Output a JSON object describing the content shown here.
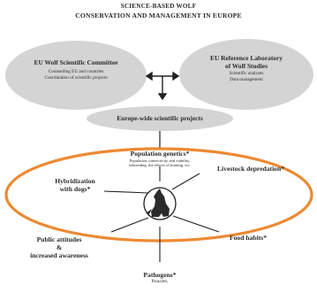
{
  "title_line1": "SCIENCE-BASED WOLF",
  "title_line2": "CONSERVATION AND MANAGEMENT IN EUROPE",
  "committee": {
    "title": "EU Wolf Scientific Committee",
    "line1": "Counselling EU and countries",
    "line2": "Coordination of scientific projects"
  },
  "laboratory": {
    "title_line1": "EU Reference Laboratory",
    "title_line2": "of Wolf Studies",
    "line1": "Scientific analyses",
    "line2": "Data management"
  },
  "projects": {
    "label": "Europe-wide scientific projects"
  },
  "topics": {
    "population_genetics": {
      "label": "Population genetics*",
      "sub1": "Population connectivity and viability,",
      "sub2": "inbreeding, the effects of hunting, etc."
    },
    "hybridization": {
      "line1": "Hybridization",
      "line2": "with dogs*"
    },
    "livestock": {
      "label": "Livestock depredation*"
    },
    "public": {
      "line1": "Public attitudes",
      "line2": "&",
      "line3": "increased awareness"
    },
    "food": {
      "label": "Food habits*"
    },
    "pathogens": {
      "label": "Pathogens*",
      "sub": "Parasites,"
    }
  },
  "colors": {
    "orange_ring": "#ec8a33",
    "grey_fill": "#d4d4d4",
    "wolf": "#2b2b2b"
  }
}
